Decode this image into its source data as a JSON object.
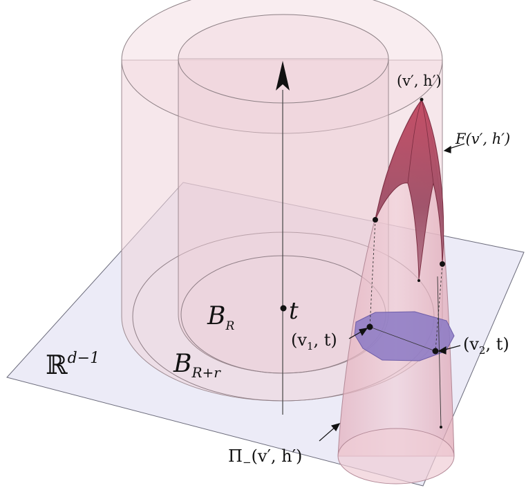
{
  "labels": {
    "top_point": "(v′, h′)",
    "F_label": "F(v′, h′)",
    "t_label": "t",
    "B_R": {
      "main": "B",
      "sub": "R"
    },
    "B_Rr": {
      "main": "B",
      "sub": "R+r"
    },
    "v1_label": {
      "open": "(v",
      "sub": "1",
      "close": ", t)"
    },
    "v2_label": {
      "open": "(v",
      "sub": "2",
      "close": ", t)"
    },
    "Rd": {
      "main": "ℝ",
      "sup": "d−1"
    },
    "Pi_label": {
      "main": "Π",
      "sub": "−",
      "rest": "(v′, h′)"
    }
  },
  "colors": {
    "plane_fill": "#e9e8f6",
    "cylinder_fill": "#efd3da",
    "cone_fill": "#e7b7c3",
    "surface_fill": "#a3465c",
    "disk_fill": "#8b79c4",
    "ink": "#111111"
  }
}
